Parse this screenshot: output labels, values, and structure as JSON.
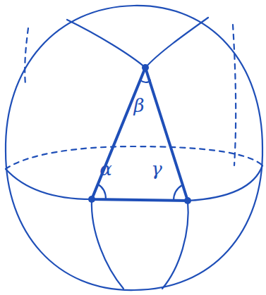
{
  "diagram": {
    "labels": [
      "β",
      "α",
      "γ"
    ]
  }
}
